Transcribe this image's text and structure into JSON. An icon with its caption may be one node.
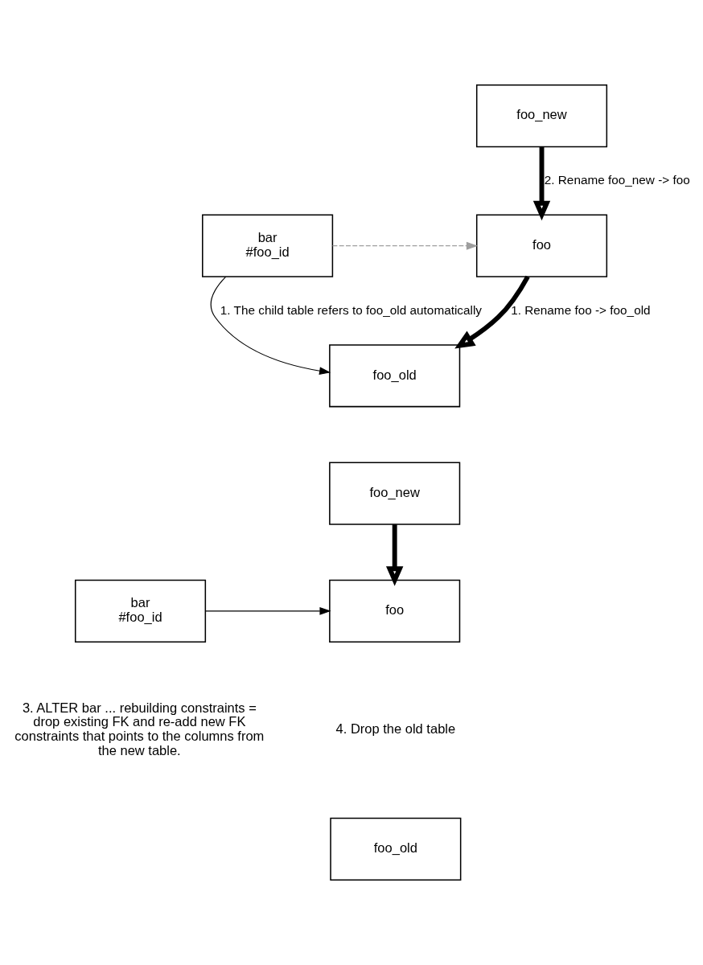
{
  "diagram": {
    "nodes": [
      {
        "text": [
          "foo_new"
        ]
      },
      {
        "text": [
          "foo"
        ]
      },
      {
        "text": [
          "bar",
          "#foo_id"
        ]
      },
      {
        "text": [
          "foo_old"
        ]
      },
      {
        "text": [
          "foo_new"
        ]
      },
      {
        "text": [
          "foo"
        ]
      },
      {
        "text": [
          "bar",
          "#foo_id"
        ]
      },
      {
        "text": [
          "foo_old"
        ]
      }
    ],
    "edges": [
      {
        "from": 0,
        "to": 1,
        "arrow": "to",
        "label": "2. Rename foo_new -> foo",
        "style": "thick"
      },
      {
        "from": 1,
        "to": 3,
        "arrow": "to",
        "label": "1. Rename foo -> foo_old",
        "style": "thick"
      },
      {
        "from": 2,
        "to": 1,
        "arrow": "to",
        "style": "dashed",
        "color": "#9e9e9e"
      },
      {
        "from": 2,
        "to": 3,
        "arrow": "to",
        "label": "1. The child table refers to foo_old automatically"
      },
      {
        "from": 4,
        "to": 5,
        "arrow": "to",
        "style": "thick"
      },
      {
        "from": 6,
        "to": 5,
        "arrow": "to"
      }
    ],
    "labels": [
      "4. Drop the old table",
      "3. ALTER bar ... rebuilding constraints = drop existing FK and re-add new FK constraints that points to the columns from the new table."
    ]
  }
}
